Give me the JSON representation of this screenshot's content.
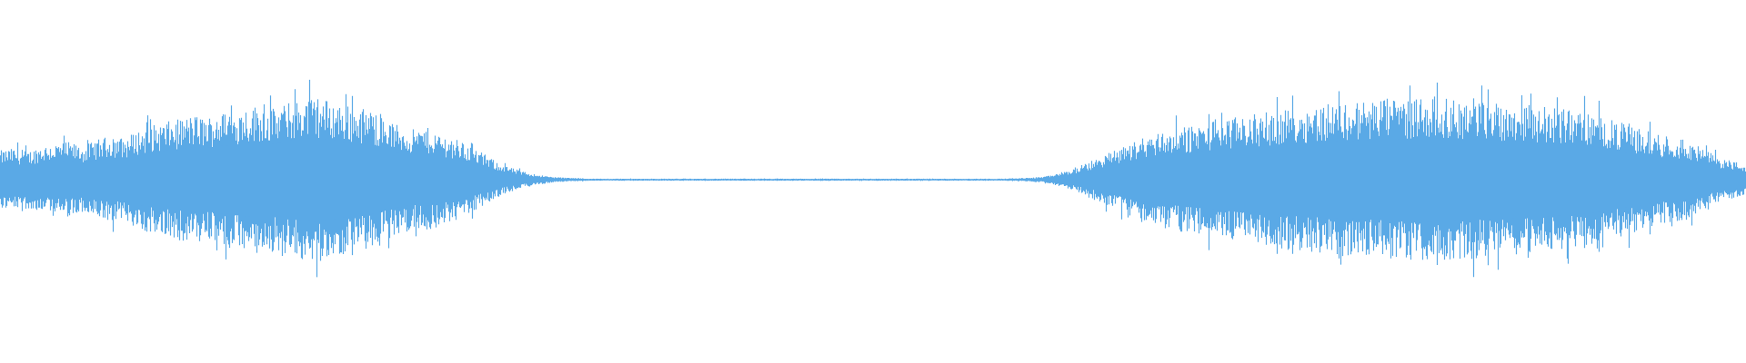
{
  "waveform": {
    "color": "#5AA9E6",
    "background": "#FFFFFF",
    "amplitude_envelope": [
      0.28,
      0.3,
      0.27,
      0.33,
      0.35,
      0.36,
      0.32,
      0.38,
      0.42,
      0.4,
      0.47,
      0.52,
      0.55,
      0.58,
      0.62,
      0.6,
      0.64,
      0.66,
      0.7,
      0.72,
      0.68,
      0.74,
      0.78,
      0.8,
      0.76,
      0.72,
      0.7,
      0.66,
      0.58,
      0.52,
      0.48,
      0.5,
      0.44,
      0.4,
      0.34,
      0.26,
      0.18,
      0.12,
      0.08,
      0.05,
      0.03,
      0.02,
      0.015,
      0.01,
      0.01,
      0.01,
      0.01,
      0.01,
      0.01,
      0.01,
      0.01,
      0.01,
      0.01,
      0.01,
      0.01,
      0.01,
      0.01,
      0.01,
      0.01,
      0.01,
      0.01,
      0.01,
      0.01,
      0.01,
      0.01,
      0.01,
      0.01,
      0.01,
      0.01,
      0.01,
      0.01,
      0.01,
      0.01,
      0.01,
      0.015,
      0.02,
      0.03,
      0.06,
      0.1,
      0.16,
      0.22,
      0.28,
      0.34,
      0.4,
      0.44,
      0.48,
      0.5,
      0.52,
      0.56,
      0.58,
      0.6,
      0.62,
      0.64,
      0.66,
      0.68,
      0.7,
      0.72,
      0.74,
      0.73,
      0.75,
      0.76,
      0.78,
      0.77,
      0.79,
      0.8,
      0.78,
      0.76,
      0.77,
      0.75,
      0.74,
      0.73,
      0.72,
      0.7,
      0.69,
      0.68,
      0.66,
      0.62,
      0.58,
      0.54,
      0.5,
      0.46,
      0.42,
      0.4,
      0.36,
      0.28,
      0.22,
      0.18,
      0.14
    ]
  }
}
